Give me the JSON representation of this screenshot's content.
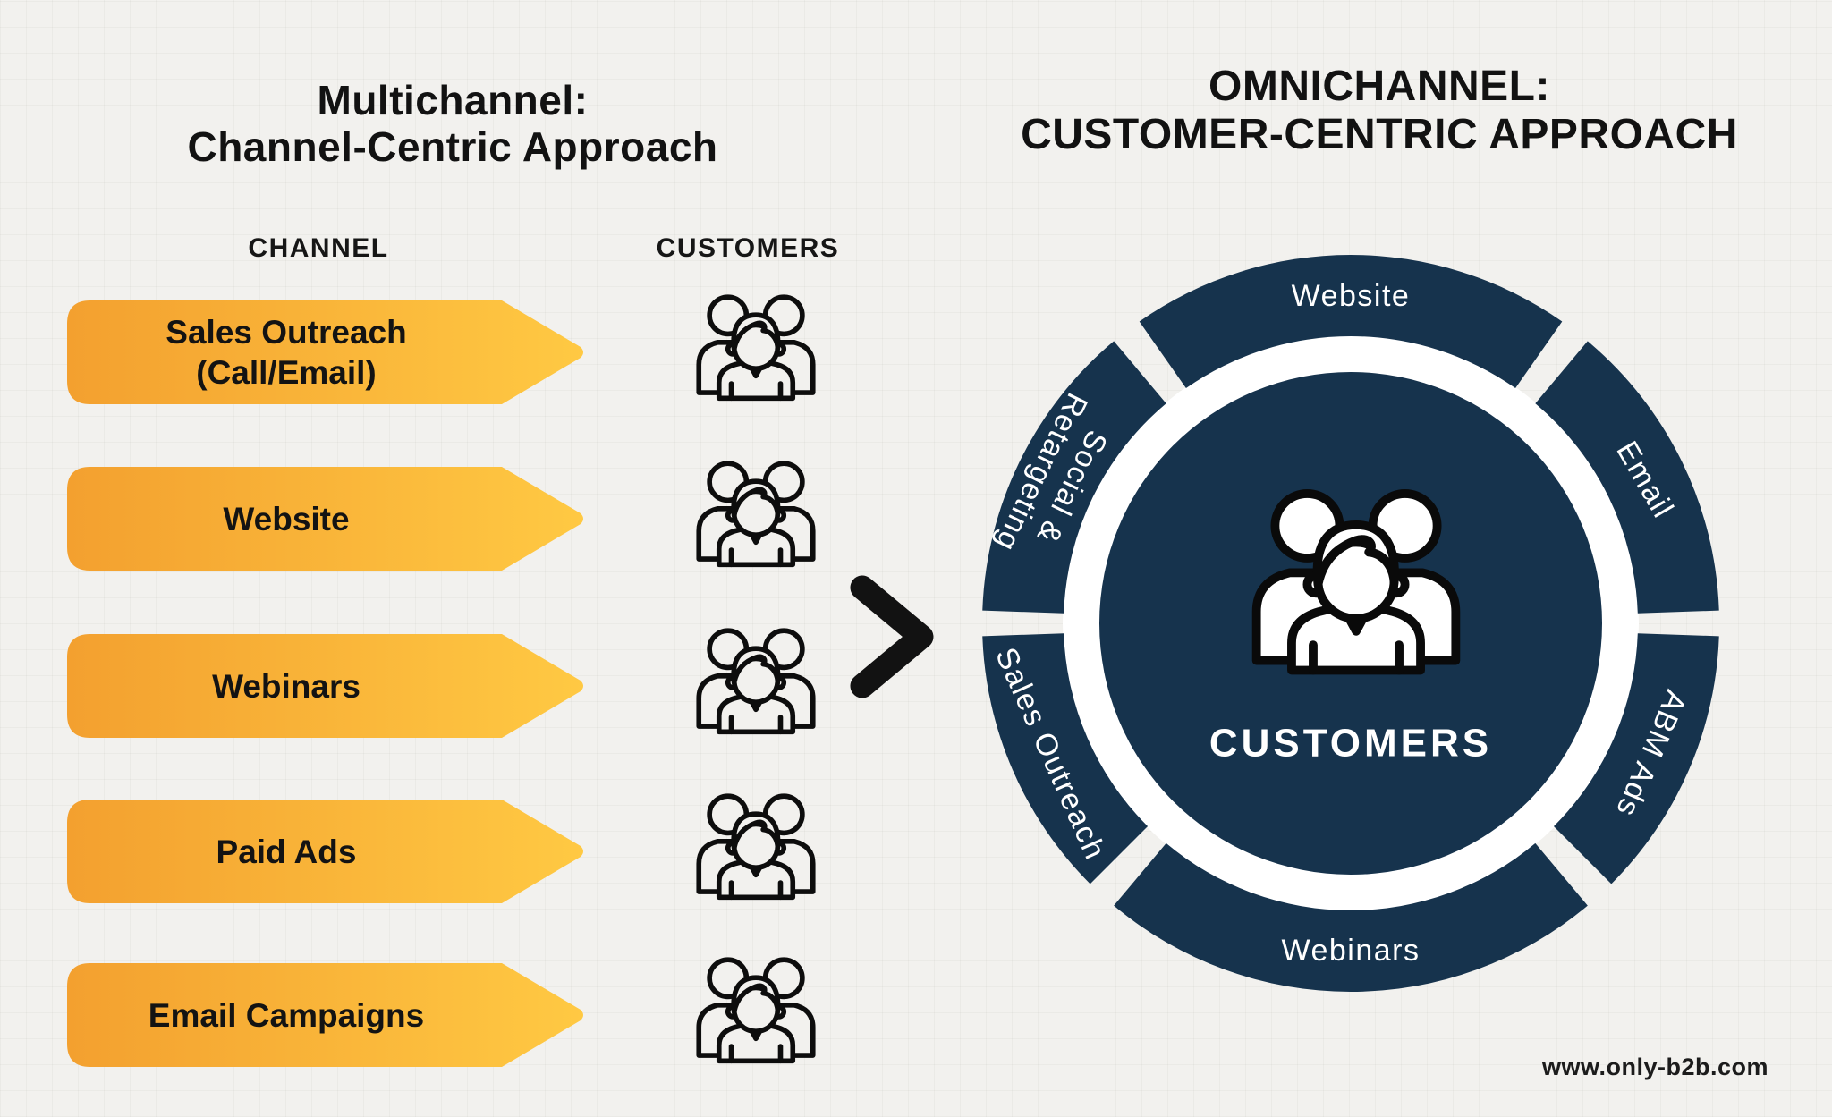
{
  "page": {
    "background_color": "#f2f1ee",
    "footer_url": "www.only-b2b.com"
  },
  "multichannel": {
    "title_line1": "Multichannel:",
    "title_line2": "Channel-Centric Approach",
    "channel_header": "CHANNEL",
    "customers_header": "CUSTOMERS",
    "button_gradient": {
      "start": "#f3a02f",
      "end": "#ffc943"
    },
    "channels": [
      {
        "line1": "Sales Outreach",
        "line2": "(Call/Email)"
      },
      {
        "line1": "Website"
      },
      {
        "line1": "Webinars"
      },
      {
        "line1": "Paid Ads"
      },
      {
        "line1": "Email Campaigns"
      }
    ]
  },
  "omnichannel": {
    "title_line1": "OMNICHANNEL:",
    "title_line2": "CUSTOMER-CENTRIC APPROACH",
    "ring_color": "#16334d",
    "label_color": "#ffffff",
    "center_label": "CUSTOMERS",
    "segments": [
      {
        "lines": [
          "Website"
        ],
        "start_deg": -35,
        "end_deg": 35,
        "text_rotation_deg": 0
      },
      {
        "lines": [
          "Email"
        ],
        "start_deg": 40,
        "end_deg": 88,
        "text_rotation_deg": 60
      },
      {
        "lines": [
          "ABM Ads"
        ],
        "start_deg": 92,
        "end_deg": 135,
        "text_rotation_deg": 113
      },
      {
        "lines": [
          "Webinars"
        ],
        "start_deg": 140,
        "end_deg": 220,
        "text_rotation_deg": 0
      },
      {
        "lines": [
          "Sales Outreach"
        ],
        "start_deg": 225,
        "end_deg": 268,
        "text_rotation_deg": 66
      },
      {
        "lines": [
          "Social &",
          "Retargeting"
        ],
        "start_deg": 272,
        "end_deg": 320,
        "text_rotation_deg": 116
      }
    ]
  }
}
